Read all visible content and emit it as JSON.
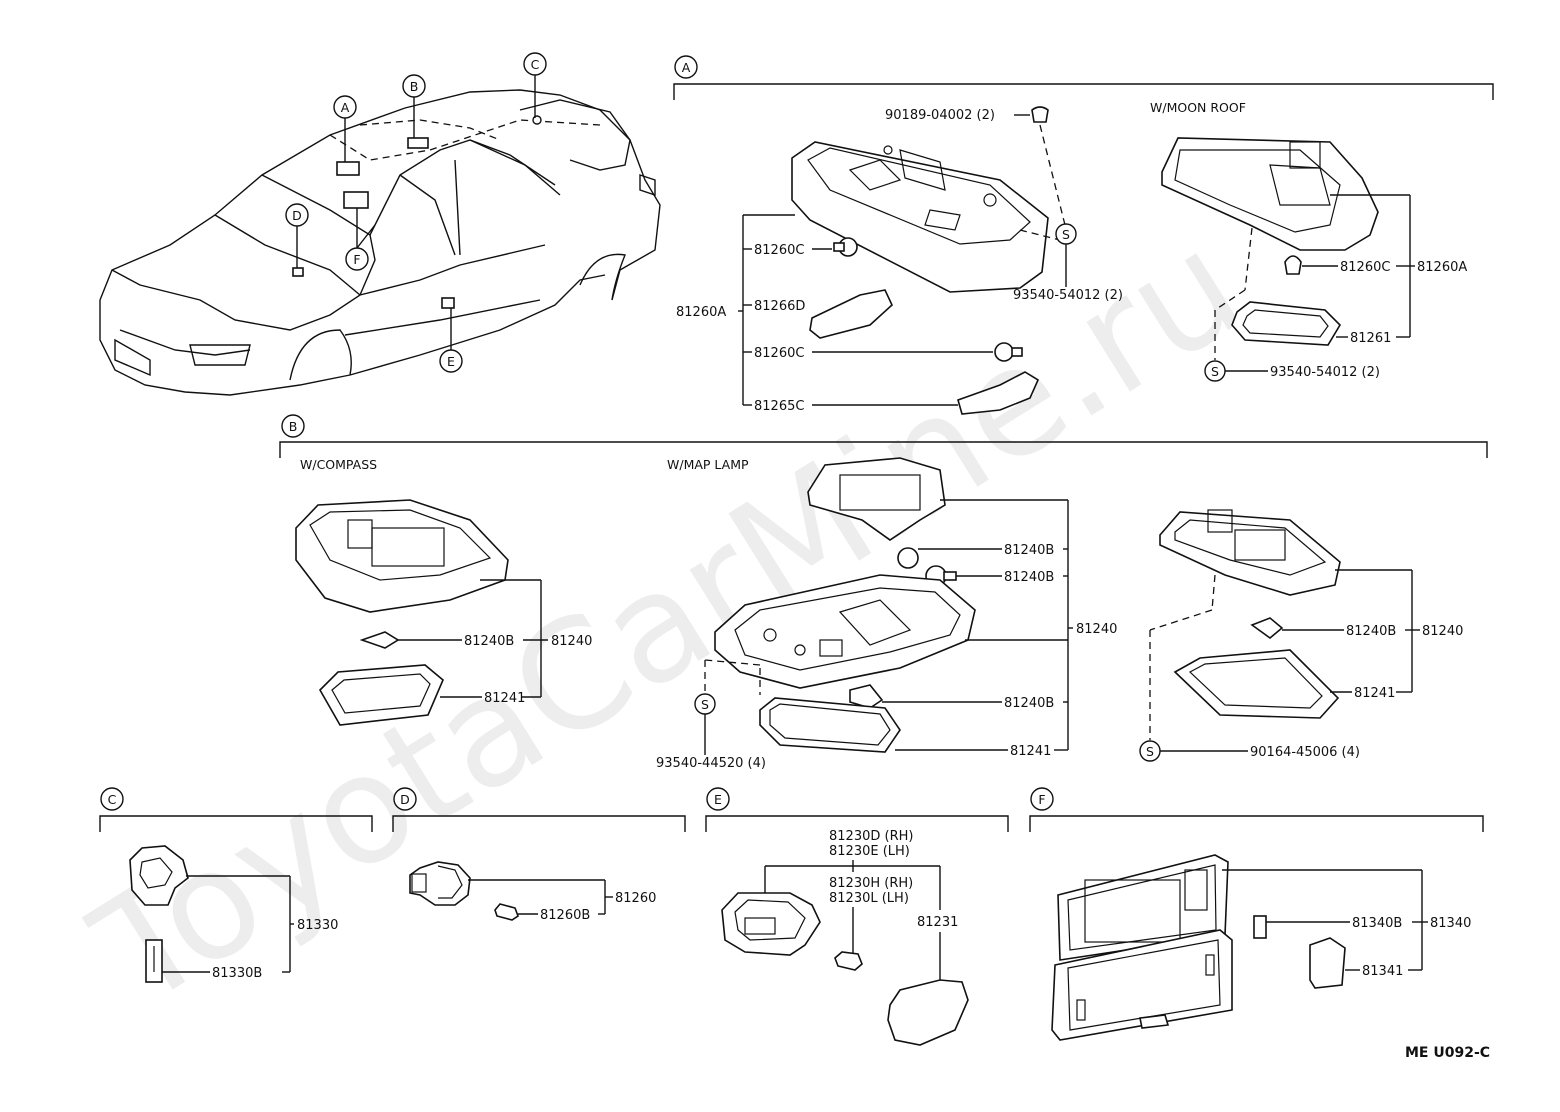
{
  "watermark": "ToyotaCarMine.ru",
  "drawing_code": "ME U092-C",
  "markers": {
    "a": "A",
    "b": "B",
    "c": "C",
    "d": "D",
    "e": "E",
    "f": "F",
    "s": "S"
  },
  "section_a": {
    "moon_roof_title": "W/MOON ROOF",
    "labels": {
      "p1": "90189-04002 (2)",
      "p2": "81260C",
      "p3": "81266D",
      "p4": "81260A",
      "p5": "81260C",
      "p6": "81265C",
      "p7": "93540-54012 (2)",
      "m1": "81260C",
      "m2": "81260A",
      "m3": "81261",
      "m4": "93540-54012 (2)"
    }
  },
  "section_b": {
    "compass_title": "W/COMPASS",
    "map_lamp_title": "W/MAP LAMP",
    "labels": {
      "c1": "81240B",
      "c2": "81240",
      "c3": "81241",
      "l1": "81240B",
      "l2": "81240B",
      "l3": "81240",
      "l4": "81240B",
      "l5": "81241",
      "l6": "93540-44520 (4)",
      "r1": "81240B",
      "r2": "81240",
      "r3": "81241",
      "r4": "90164-45006 (4)"
    }
  },
  "section_c": {
    "labels": {
      "a": "81330",
      "b": "81330B"
    }
  },
  "section_d": {
    "labels": {
      "a": "81260B",
      "b": "81260"
    }
  },
  "section_e": {
    "labels": {
      "a": "81230D (RH)",
      "b": "81230E (LH)",
      "c": "81230H (RH)",
      "d": "81230L (LH)",
      "e": "81231"
    }
  },
  "section_f": {
    "labels": {
      "a": "81340B",
      "b": "81340",
      "c": "81341"
    }
  },
  "colors": {
    "line": "#111111",
    "background": "#ffffff",
    "watermark": "#d9d9d9"
  }
}
